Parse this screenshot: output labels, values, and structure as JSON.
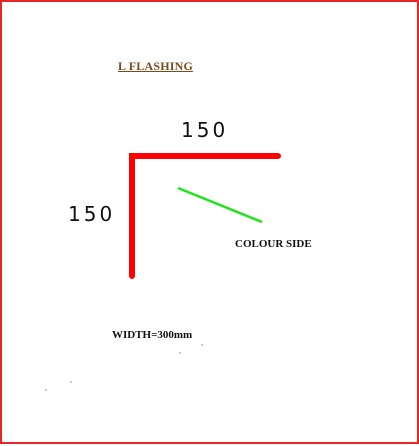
{
  "title": "L  FLASHING",
  "dimensions": {
    "top_leg": "150",
    "left_leg": "150"
  },
  "colour_side_label": "COLOUR SIDE",
  "width_note": "WIDTH=300mm",
  "colors": {
    "border": "#e8262a",
    "flashing": "#ff0000",
    "colour_side_marker": "#19e619",
    "title": "#7a4a1c"
  }
}
